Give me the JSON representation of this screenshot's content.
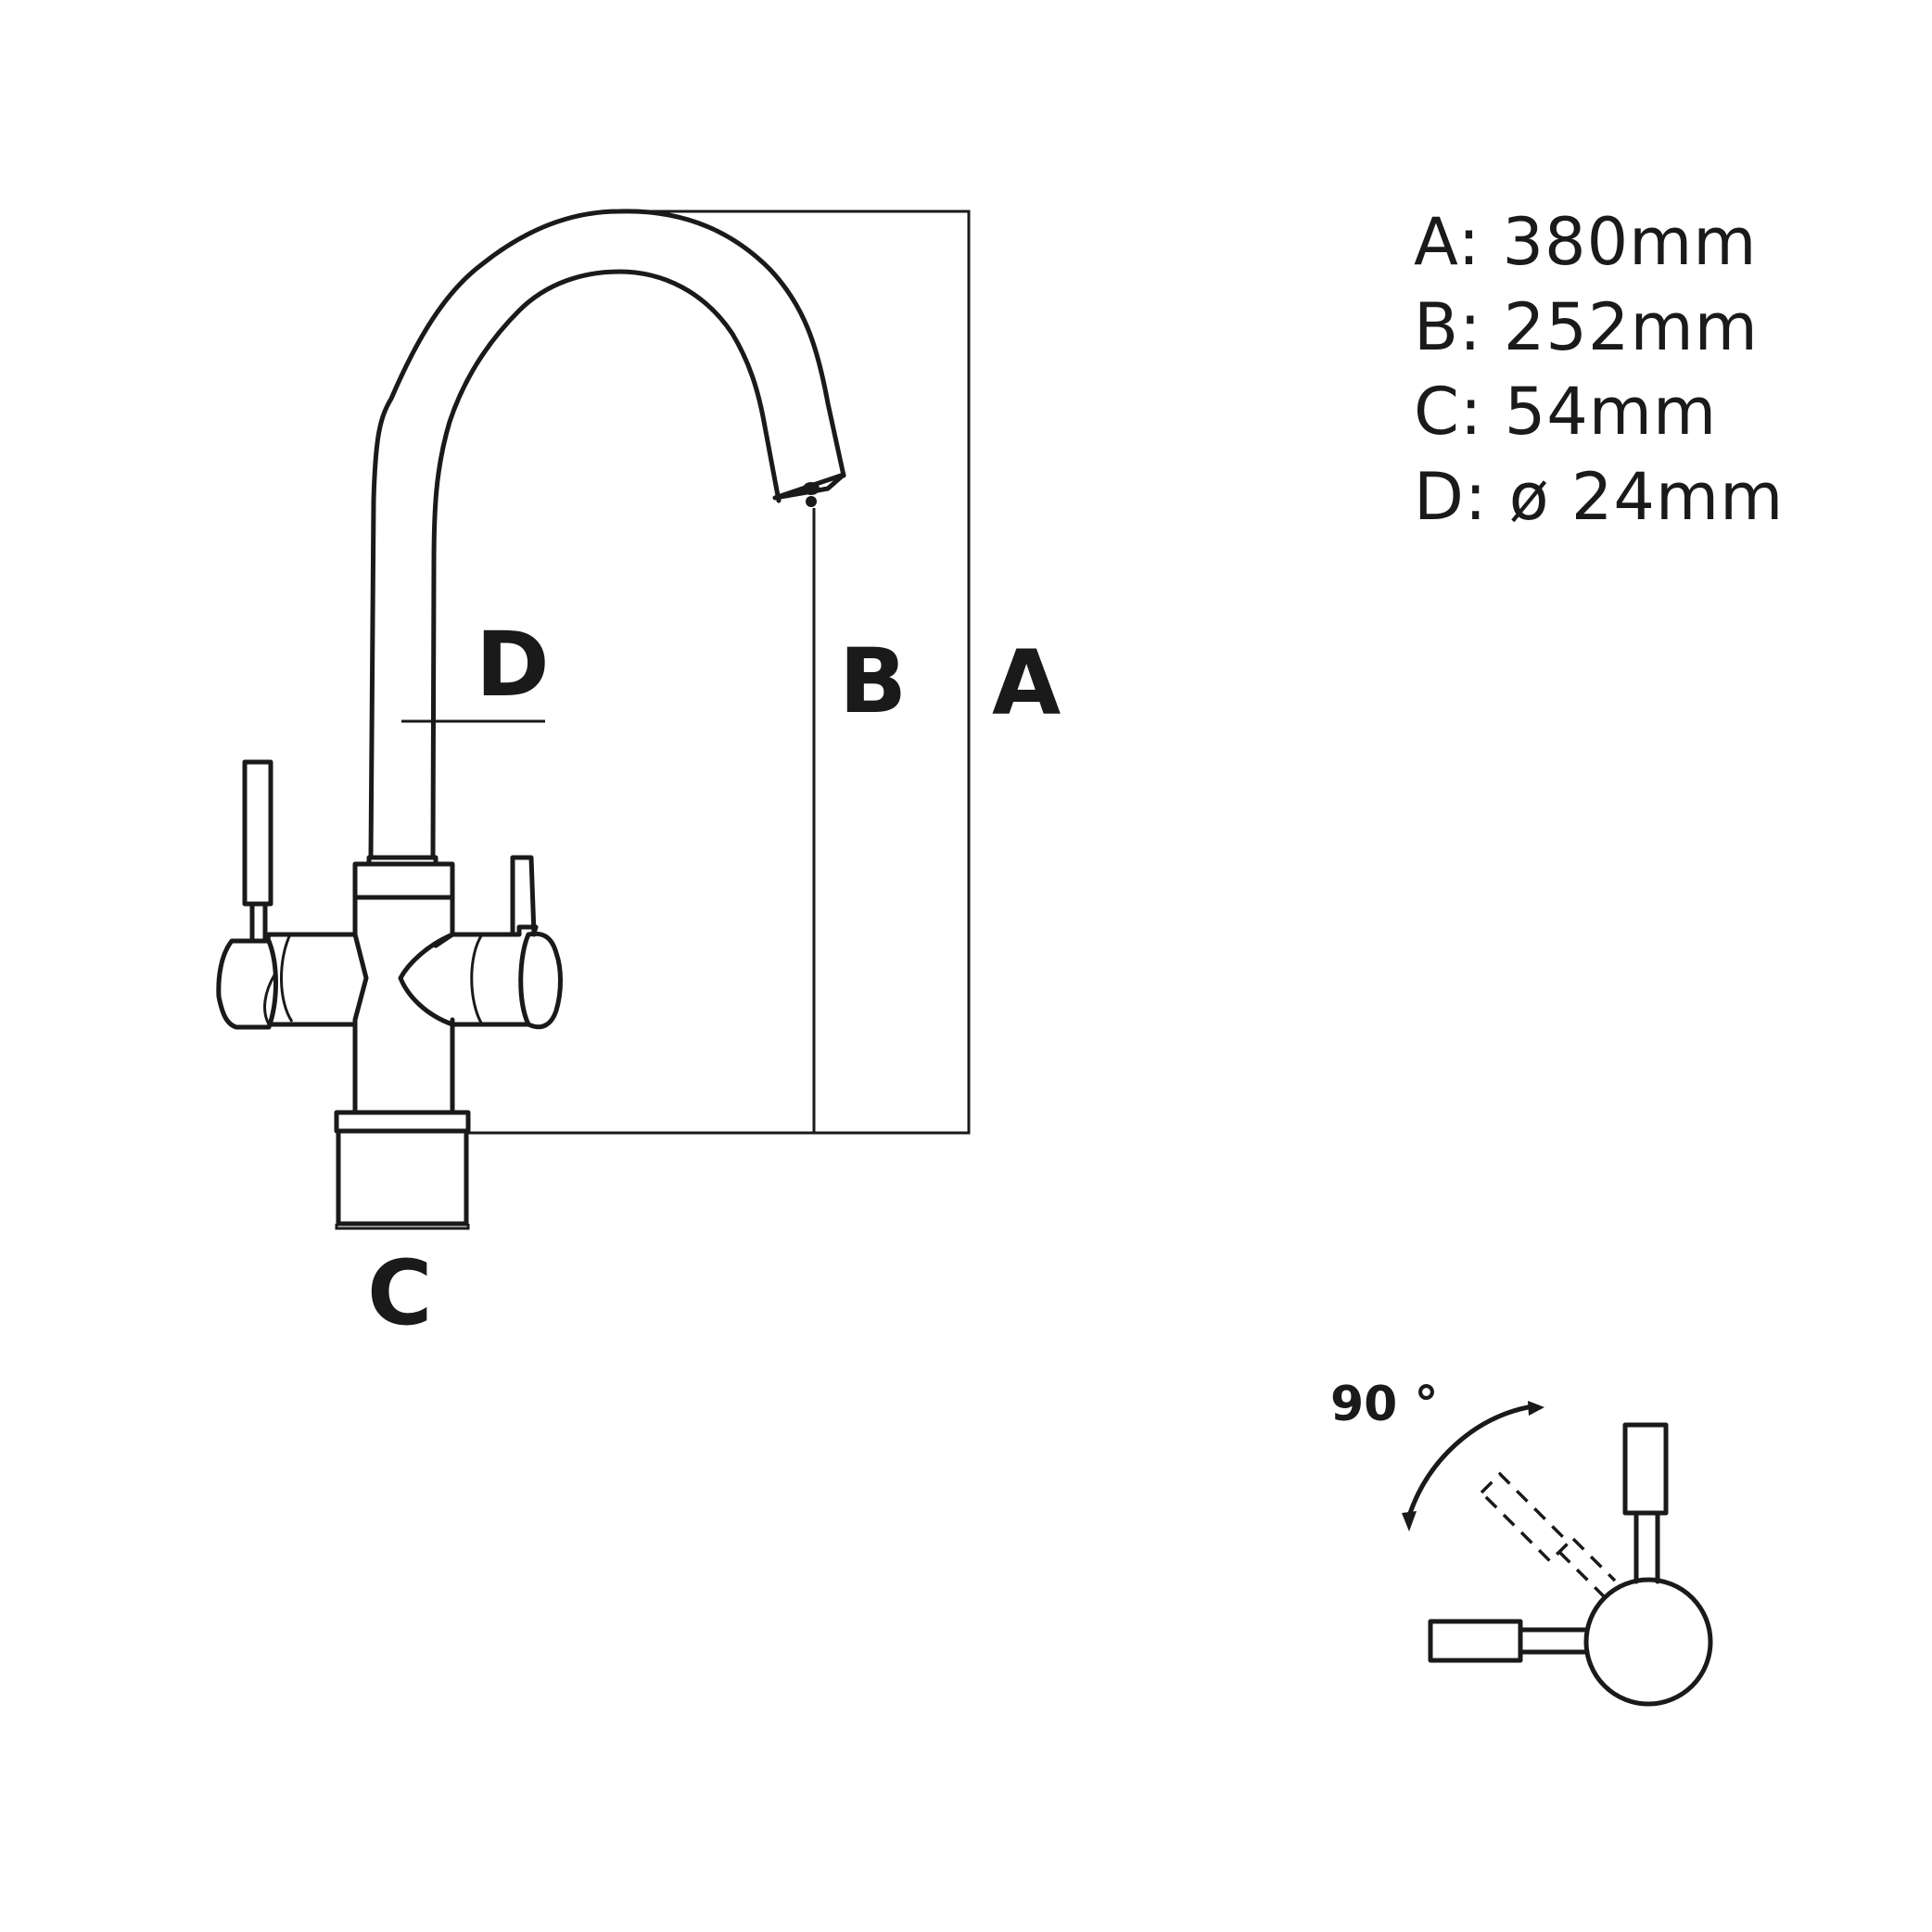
{
  "labels": {
    "A": "A",
    "B": "B",
    "C": "C",
    "D": "D"
  },
  "specs": [
    "A: 380mm",
    "B: 252mm",
    "C: 54mm",
    "D: ø 24mm"
  ],
  "rotation": {
    "angle_label": "90 °"
  }
}
